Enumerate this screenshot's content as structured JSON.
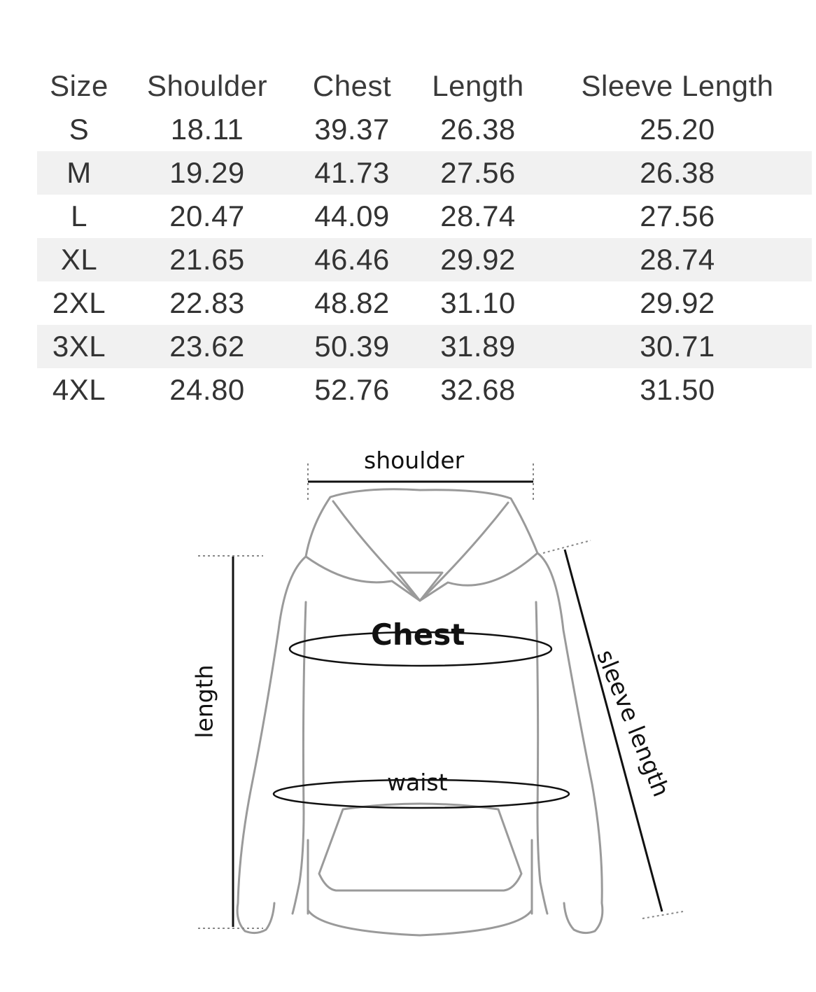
{
  "table": {
    "headers": [
      "Size",
      "Shoulder",
      "Chest",
      "Length",
      "Sleeve Length"
    ],
    "rows": [
      [
        "S",
        "18.11",
        "39.37",
        "26.38",
        "25.20"
      ],
      [
        "M",
        "19.29",
        "41.73",
        "27.56",
        "26.38"
      ],
      [
        "L",
        "20.47",
        "44.09",
        "28.74",
        "27.56"
      ],
      [
        "XL",
        "21.65",
        "46.46",
        "29.92",
        "28.74"
      ],
      [
        "2XL",
        "22.83",
        "48.82",
        "31.10",
        "29.92"
      ],
      [
        "3XL",
        "23.62",
        "50.39",
        "31.89",
        "30.71"
      ],
      [
        "4XL",
        "24.80",
        "52.76",
        "32.68",
        "31.50"
      ]
    ],
    "shaded_row_color": "#f1f1f1"
  },
  "diagram": {
    "labels": {
      "shoulder": "shoulder",
      "chest": "Chest",
      "waist": "waist",
      "length": "length",
      "sleeve_length": "sleeve length"
    },
    "garment": "hoodie-outline-icon",
    "outline_color": "#9a9a9a",
    "measure_line_color": "#111111"
  }
}
